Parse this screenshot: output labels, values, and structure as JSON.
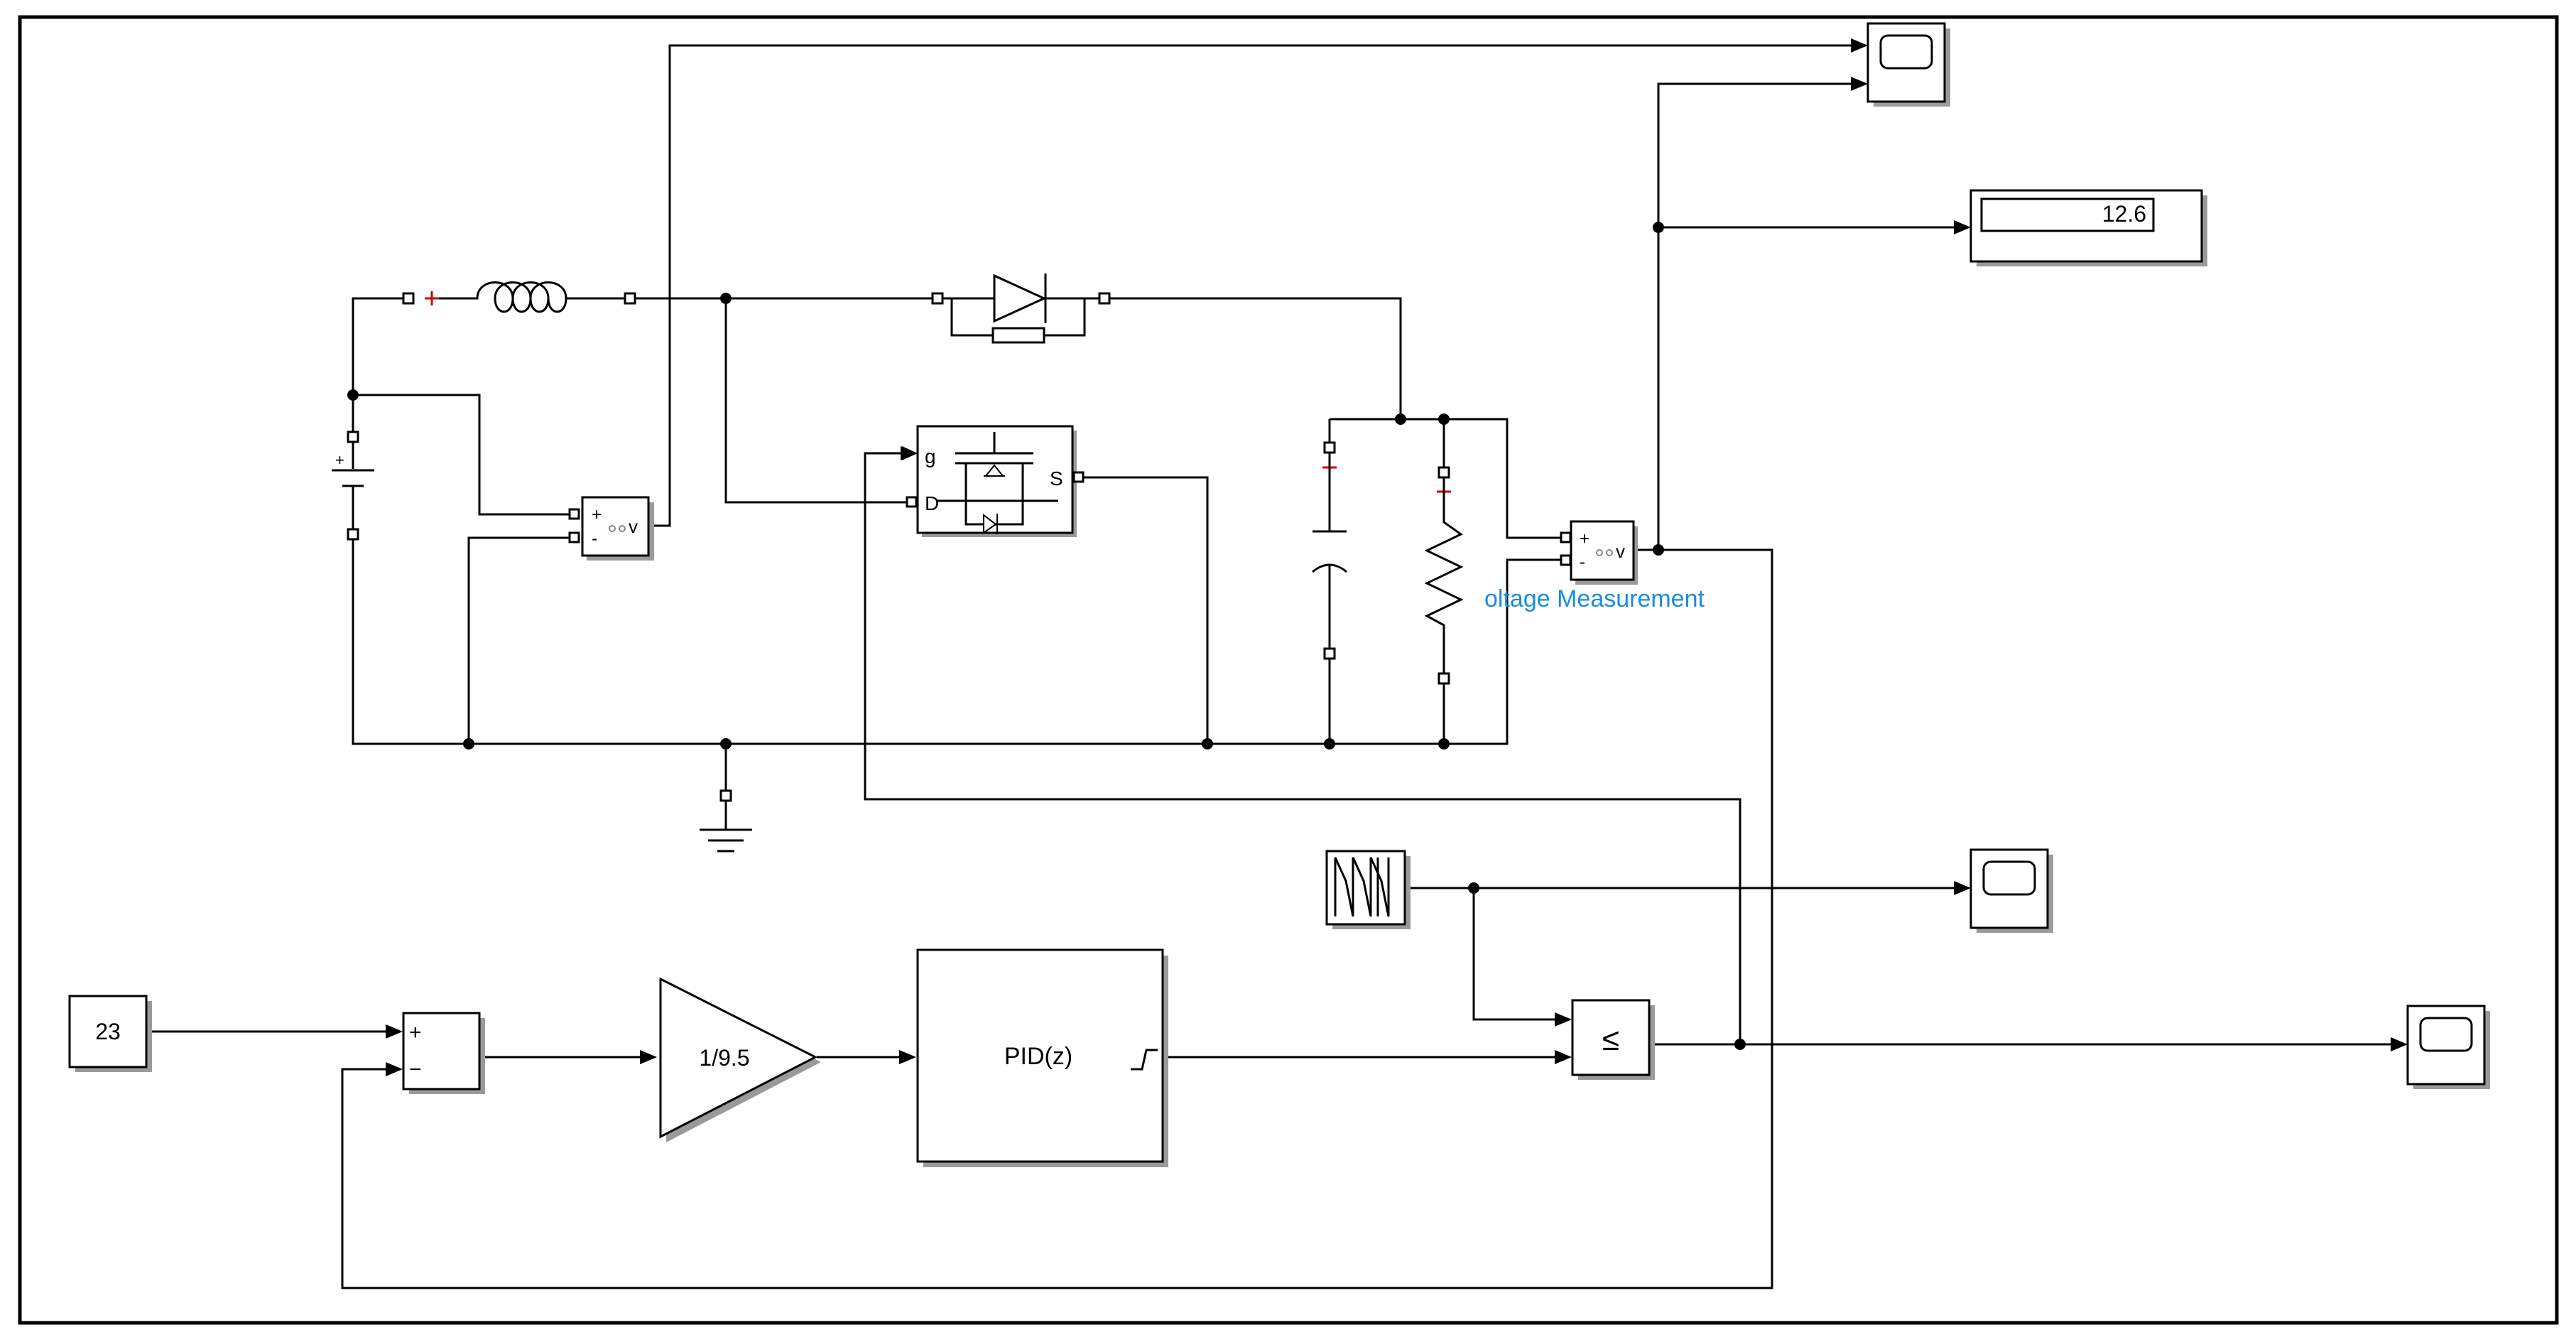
{
  "constant": {
    "value": "23"
  },
  "sum_block": {
    "plus": "+",
    "minus": "−"
  },
  "gain_block": {
    "value": "1/9.5"
  },
  "pid_block": {
    "label": "PID(z)"
  },
  "relational_operator": {
    "operator": "≤"
  },
  "display_block": {
    "value": "12.6"
  },
  "voltage_sensor": {
    "plus": "+",
    "minus": "-",
    "output": "v"
  },
  "mosfet": {
    "gate": "g",
    "drain": "D",
    "source": "S"
  },
  "voltage_measurement_label": "oltage Measurement",
  "colors": {
    "wire": "#000000",
    "label_blue": "#1a8cdc",
    "polarity_red": "#d00000"
  }
}
